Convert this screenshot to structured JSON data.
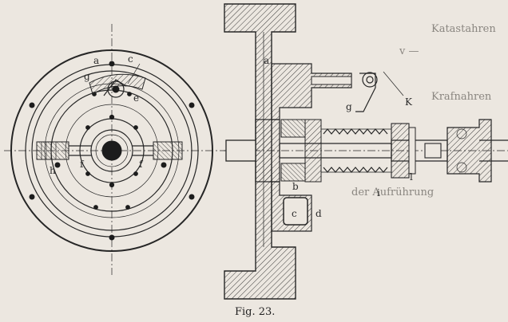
{
  "caption": "Fig. 23.",
  "labels": {
    "a": "a",
    "c": "c",
    "g": "g",
    "e": "e",
    "h": "h",
    "f": "f",
    "a1": "a",
    "g1": "g",
    "k": "K",
    "b": "b",
    "c1": "c",
    "d": "d",
    "i": "i",
    "l": "l"
  },
  "margin_text": [
    "Katastahren",
    "v —",
    "Krafnahren",
    "der Aufrührung"
  ],
  "colors": {
    "paper": "#ece7e0",
    "ink": "#262626",
    "faded": "#8a8680"
  }
}
